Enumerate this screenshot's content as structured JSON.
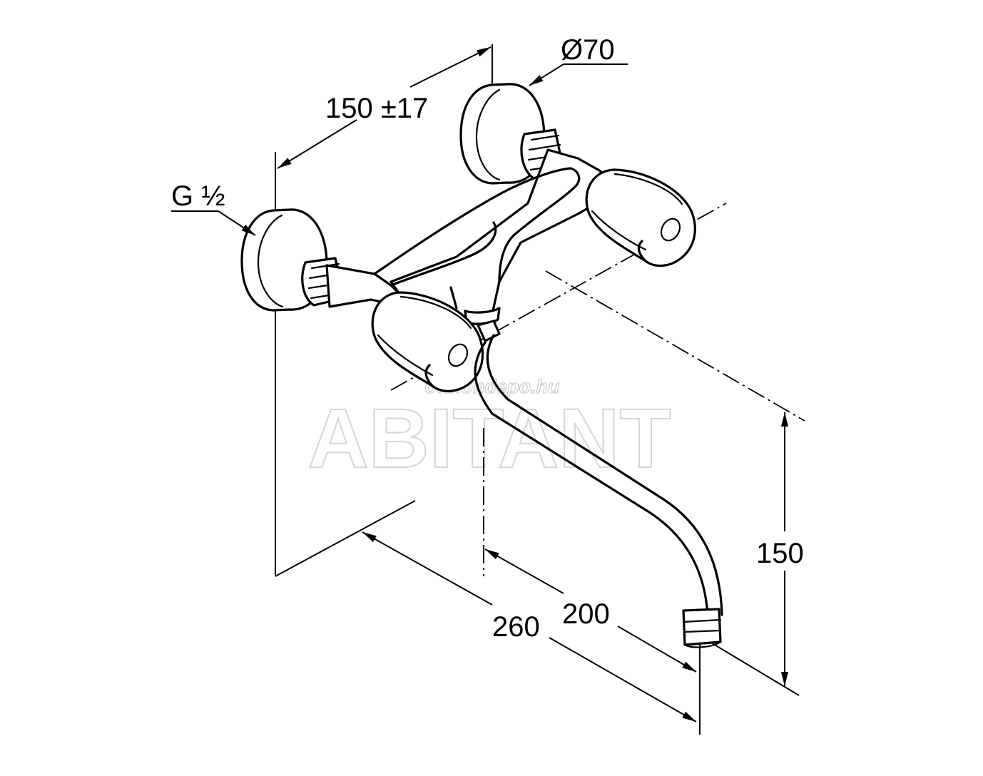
{
  "drawing": {
    "dimensions": {
      "thread": "G ½",
      "rosette_diameter": "Ø70",
      "center_distance": "150 ±17",
      "projection_total": "260",
      "projection_spout": "200",
      "spout_height": "150"
    },
    "watermark": {
      "brand": "ABITANT",
      "site": "otthondepo.hu"
    }
  }
}
